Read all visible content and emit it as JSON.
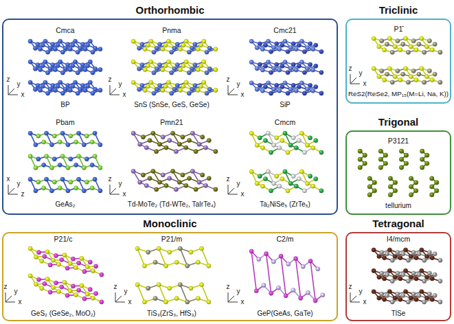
{
  "diagram": {
    "nodes": [
      {
        "text": [
          "Orthorhombic"
        ]
      },
      {
        "text": [
          "Triclinic"
        ]
      },
      {
        "text": [
          "Trigonal"
        ]
      },
      {
        "text": [
          "Monoclinic"
        ]
      },
      {
        "text": [
          "Tetragonal"
        ]
      }
    ],
    "labels": [
      "Cmca",
      "BP",
      "z",
      "y",
      "x",
      "Pnma",
      "SnS (SnSe, GeS, GeSe)",
      "z",
      "y",
      "x",
      "Cmc21",
      "SiP",
      "z",
      "y",
      "x",
      "Pbam",
      "GeAs₂",
      "x",
      "y",
      "z",
      "Pmn21",
      "Td-MoTe₂ (Td-WTe₂, TaIrTe₄)",
      "z",
      "y",
      "x",
      "Cmcm",
      "Ta₂NiSe₅ (ZrTe₅)",
      "z",
      "y",
      "x",
      "P1̄",
      "ReS2(ReSe2, MP₁₅(M=Li, Na, K))",
      "z",
      "y",
      "x",
      "P3121",
      "tellurium",
      "P21/c",
      "GeS₂ (GeSe₂, MoO₂)",
      "z",
      "y",
      "x",
      "P21/m",
      "TiS₃(ZrS₃, HfS₃)",
      "z",
      "y",
      "x",
      "C2/m",
      "GeP(GeAs, GaTe)",
      "z",
      "y",
      "x",
      "I4/mcm",
      "TlSe",
      "z",
      "y",
      "x"
    ]
  }
}
